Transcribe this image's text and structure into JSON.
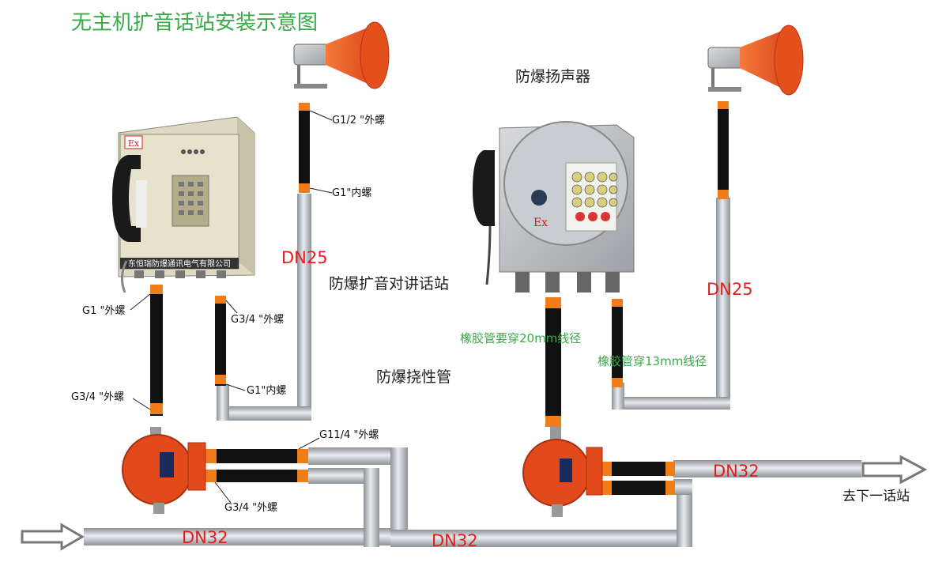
{
  "title": "无主机扩音话站安装示意图",
  "labels": {
    "speaker": "防爆扬声器",
    "intercom": "防爆扩音对讲话站",
    "hose": "防爆挠性管",
    "next_station": "去下一话站",
    "phone_plate": "东恒瑞防爆通讯电气有限公司",
    "ex_mark": "Ex"
  },
  "dn": {
    "dn25_left": "DN25",
    "dn25_right": "DN25",
    "dn32_bottom_left": "DN32",
    "dn32_bottom_mid": "DN32",
    "dn32_right": "DN32"
  },
  "threads": {
    "g12_outer": "G1/2 \"外螺",
    "g1_inner_top": "G1\"内螺",
    "g1_outer": "G1 \"外螺",
    "g34_outer_a": "G3/4 \"外螺",
    "g1_inner_mid": "G1\"内螺",
    "g34_outer_b": "G3/4 \"外螺",
    "g114_outer": "G11/4 \"外螺",
    "g34_outer_c": "G3/4 \"外螺"
  },
  "notes": {
    "hose_20mm": "橡胶管要穿20mm线径",
    "hose_13mm": "橡胶管穿13mm线径"
  },
  "colors": {
    "title": "#3aa94a",
    "dn": "#e02020",
    "pipe": "#b8bcc0",
    "hose": "#111111",
    "fitting": "#f07d1a",
    "junction_box": "#e24a1c",
    "horn": "#f05a1e"
  }
}
